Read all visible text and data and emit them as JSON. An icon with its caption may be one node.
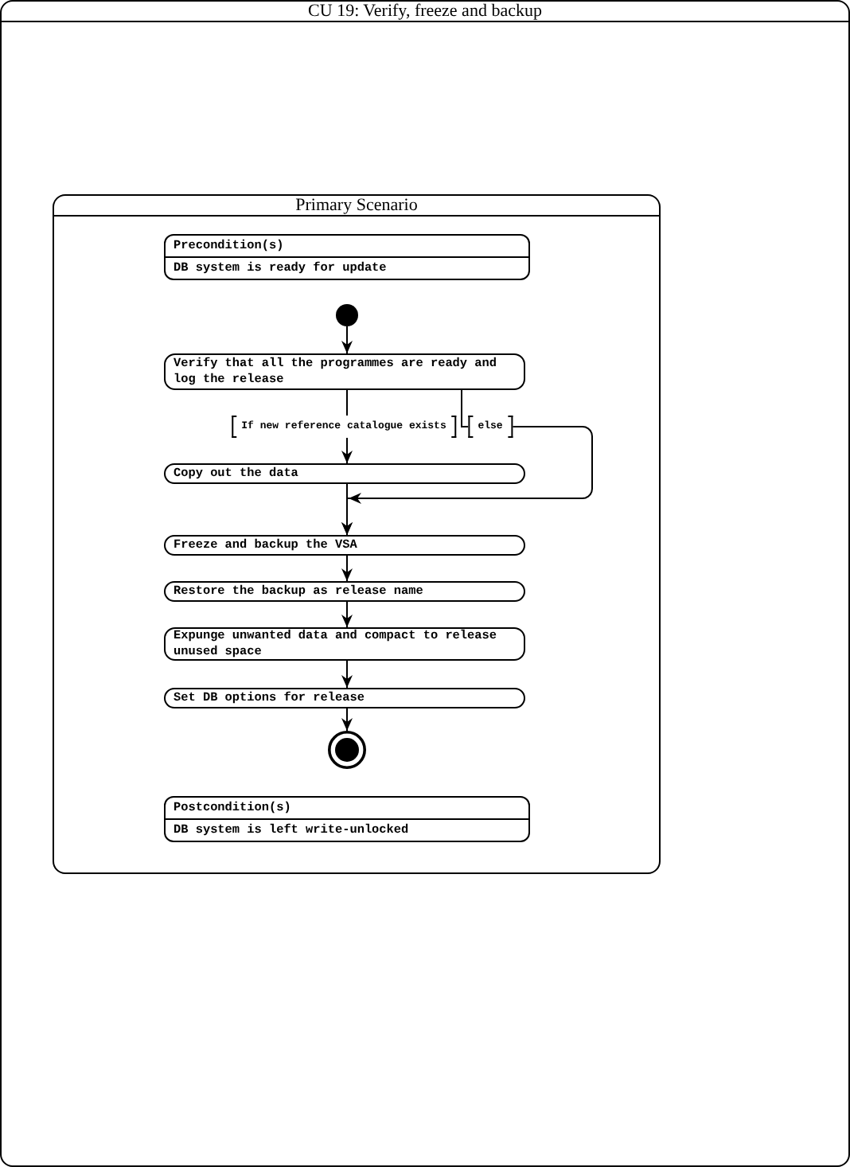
{
  "diagram": {
    "nodes": [
      {
        "text": [
          "CU 19: Verify, freeze and backup"
        ]
      },
      {
        "text": [
          "Primary Scenario"
        ],
        "in": 0
      },
      {
        "text": [
          "Precondition(s)",
          "DB system is ready for update"
        ],
        "in": 1
      },
      {
        "text": [],
        "shape": "circle",
        "in": 1
      },
      {
        "text": [
          "Verify that all the programmes are ready and log the release"
        ],
        "in": 1
      },
      {
        "text": [
          "Copy out the data"
        ],
        "in": 1
      },
      {
        "text": [
          "Freeze and backup the VSA"
        ],
        "in": 1
      },
      {
        "text": [
          "Restore the backup as release name"
        ],
        "in": 1
      },
      {
        "text": [
          "Expunge unwanted data and compact to release unused space"
        ],
        "in": 1
      },
      {
        "text": [
          "Set DB options for release"
        ],
        "in": 1
      },
      {
        "text": [],
        "shape": "bullseye",
        "in": 1
      },
      {
        "text": [
          "Postcondition(s)",
          "DB system is left write-unlocked"
        ],
        "in": 1
      }
    ],
    "edges": [
      {
        "from": 3,
        "to": 4,
        "arrow": "to"
      },
      {
        "from": 4,
        "to": 5,
        "arrow": "to",
        "label": "If new reference catalogue exists"
      },
      {
        "from": 4,
        "to": 6,
        "arrow": "to",
        "label": "else"
      },
      {
        "from": 5,
        "to": 6,
        "arrow": "to"
      },
      {
        "from": 6,
        "to": 7,
        "arrow": "to"
      },
      {
        "from": 7,
        "to": 8,
        "arrow": "to"
      },
      {
        "from": 8,
        "to": 9,
        "arrow": "to"
      },
      {
        "from": 9,
        "to": 10,
        "arrow": "to"
      }
    ]
  }
}
